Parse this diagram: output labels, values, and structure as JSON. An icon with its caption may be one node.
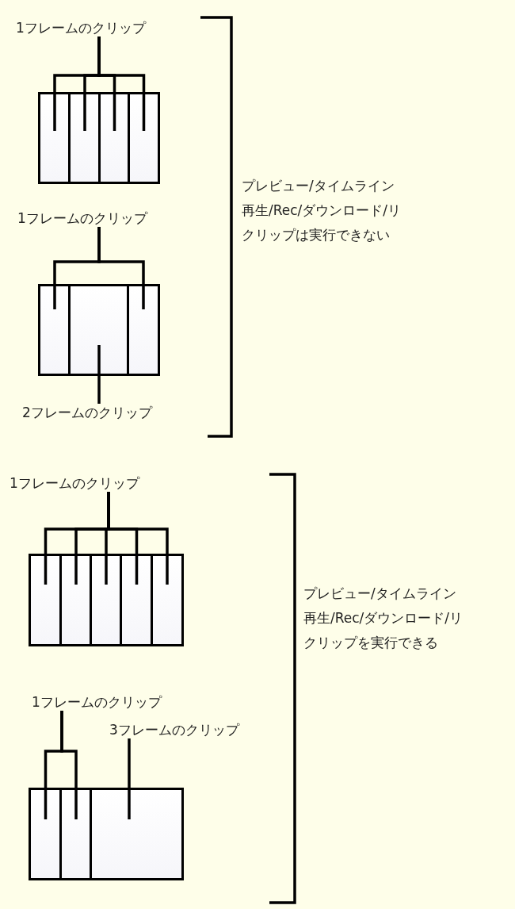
{
  "diagram": {
    "nodes": [
      {
        "text": [
          "1フレームのクリップ"
        ]
      },
      {
        "text": [],
        "shape": "box"
      },
      {
        "text": [],
        "shape": "box"
      },
      {
        "text": [],
        "shape": "box"
      },
      {
        "text": [],
        "shape": "box"
      },
      {
        "text": [
          "1フレームのクリップ"
        ]
      },
      {
        "text": [],
        "shape": "box"
      },
      {
        "text": [],
        "shape": "box"
      },
      {
        "text": [],
        "shape": "box"
      },
      {
        "text": [
          "2フレームのクリップ"
        ]
      },
      {
        "text": [
          "1フレームのクリップ"
        ]
      },
      {
        "text": [],
        "shape": "box"
      },
      {
        "text": [],
        "shape": "box"
      },
      {
        "text": [],
        "shape": "box"
      },
      {
        "text": [],
        "shape": "box"
      },
      {
        "text": [],
        "shape": "box"
      },
      {
        "text": [
          "1フレームのクリップ"
        ]
      },
      {
        "text": [
          "3フレームのクリップ"
        ]
      },
      {
        "text": [],
        "shape": "box"
      },
      {
        "text": [],
        "shape": "box"
      },
      {
        "text": [],
        "shape": "box"
      }
    ],
    "edges": [
      {
        "from": 0,
        "to": 1,
        "arrow": "none"
      },
      {
        "from": 0,
        "to": 2,
        "arrow": "none"
      },
      {
        "from": 0,
        "to": 3,
        "arrow": "none"
      },
      {
        "from": 0,
        "to": 4,
        "arrow": "none"
      },
      {
        "from": 5,
        "to": 6,
        "arrow": "none"
      },
      {
        "from": 5,
        "to": 8,
        "arrow": "none"
      },
      {
        "from": 9,
        "to": 7,
        "arrow": "none"
      },
      {
        "from": 10,
        "to": 11,
        "arrow": "none"
      },
      {
        "from": 10,
        "to": 12,
        "arrow": "none"
      },
      {
        "from": 10,
        "to": 13,
        "arrow": "none"
      },
      {
        "from": 10,
        "to": 14,
        "arrow": "none"
      },
      {
        "from": 10,
        "to": 15,
        "arrow": "none"
      },
      {
        "from": 16,
        "to": 18,
        "arrow": "none"
      },
      {
        "from": 16,
        "to": 19,
        "arrow": "none"
      },
      {
        "from": 17,
        "to": 20,
        "arrow": "none"
      }
    ],
    "labels": [
      "プレビュー/タイムライン再生/Rec/ダウンロード/リクリップは実行できない",
      "プレビュー/タイムライン再生/Rec/ダウンロード/リクリップを実行できる"
    ]
  }
}
